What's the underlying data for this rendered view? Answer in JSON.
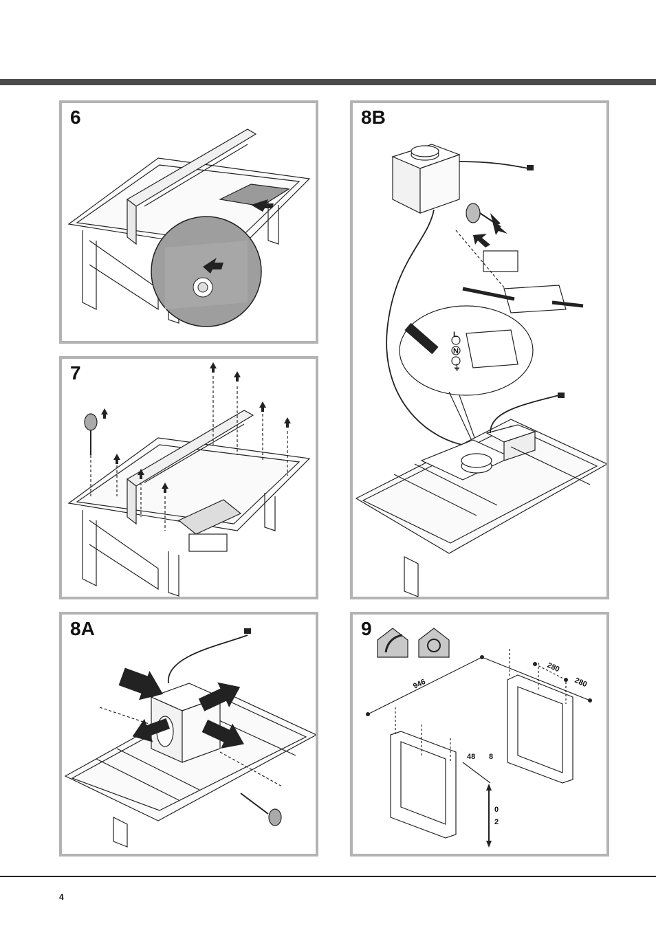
{
  "page": {
    "number": "4"
  },
  "panels": {
    "p6": {
      "label": "6"
    },
    "p7": {
      "label": "7"
    },
    "p8a": {
      "label": "8A"
    },
    "p8b": {
      "label": "8B",
      "terminals": [
        "L",
        "N",
        "⏚"
      ]
    },
    "p9": {
      "label": "9",
      "dims": {
        "width": "946",
        "spacing_a": "280",
        "spacing_b": "280",
        "vertical_a": "48",
        "vertical_b": "8",
        "height_a": "0",
        "height_b": "2"
      }
    }
  }
}
